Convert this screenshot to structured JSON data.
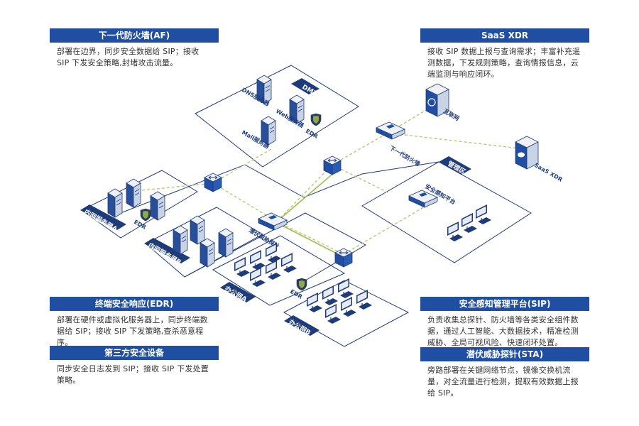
{
  "cards": {
    "af": {
      "title": "下一代防火墙(AF)",
      "body": "部署在边界，同步安全数据给 SIP；接收 SIP 下发安全策略,封堵攻击流量。"
    },
    "xdr": {
      "title": "SaaS XDR",
      "body": "接收 SIP 数据上报与查询需求；丰富补充遥测数据，下发规则策略，查询情报信息，云端监测与响应闭环。"
    },
    "edr": {
      "title": "终端安全响应(EDR)",
      "body": "部署在硬件或虚拟化服务器上，同步终端数据给 SIP；接收 SIP 下发策略,查杀恶意程序。"
    },
    "third": {
      "title": "第三方安全设备",
      "body": "同步安全日志发到 SIP；接收 SIP 下发处置策略。"
    },
    "sip": {
      "title": "安全感知管理平台(SIP)",
      "body": "负责收集总探针、防火墙等各类安全组件数据，通过人工智能、大数据技术，精准检测威胁、全局可视风险、快速闭环处置。"
    },
    "sta": {
      "title": "潜伏威胁探针(STA)",
      "body": "旁路部署在关键网络节点，镜像交换机流量，对全流量进行检测，提取有效数据上报给 SIP。"
    }
  },
  "diagram": {
    "zones": {
      "dmz": "DMZ区",
      "mgmt": "管理区",
      "server_a": "内网服务器A",
      "server_b": "内网服务器B",
      "office_a": "办公网A",
      "office_b": "办公网B"
    },
    "devices": {
      "dns": "DNS服务器",
      "web": "Web服务器",
      "mail": "Mail服务器",
      "edr_dmz": "EDR",
      "edr_server": "EDR",
      "edr_office": "EDR",
      "firewall": "下一代防火墙",
      "internet": "互联网",
      "saas_xdr": "SaaS XDR",
      "sip_platform": "安全感知平台",
      "sta_probe": "潜伏威胁探针"
    }
  },
  "colors": {
    "brand": "#1f4ea3",
    "line_dark": "#1f3c7a",
    "link_green": "#b7c97a",
    "text": "#333333"
  }
}
